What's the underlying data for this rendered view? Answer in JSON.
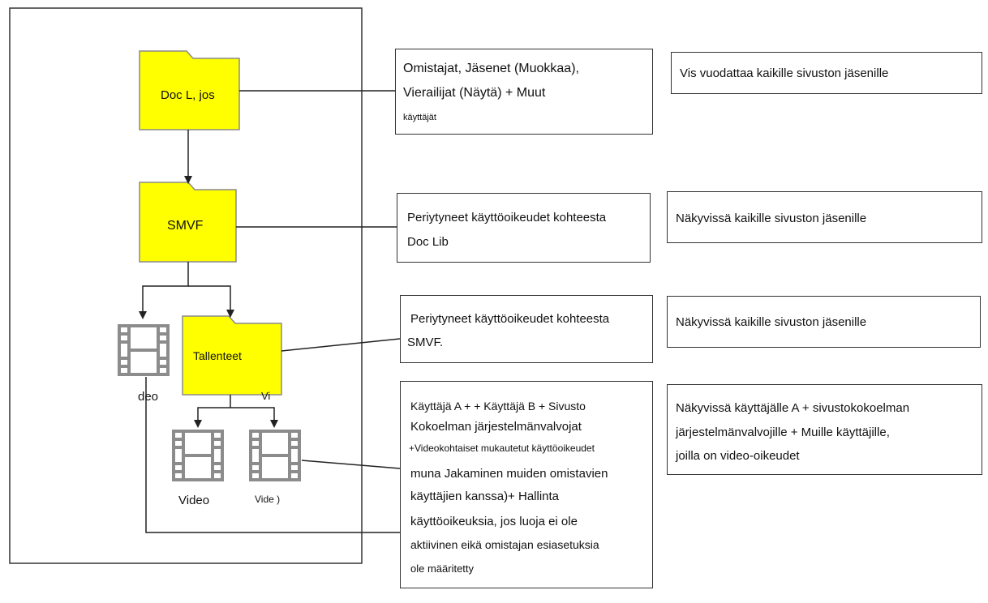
{
  "folders": {
    "doclib": "Doc L, jos",
    "smvf": "SMVF",
    "tallenteet": "Tallenteet"
  },
  "videos": {
    "video_a_label": "deo",
    "video_a_fragment": "Vi",
    "video_b_label": "Video",
    "video_c_label": "Vide )"
  },
  "permissions": {
    "doclib": {
      "line1": "Omistajat, Jäsenet (Muokkaa),",
      "line2": "Vierailijat (Näytä) + Muut",
      "line3": "käyttäjät"
    },
    "smvf": {
      "line1": "Periytyneet käyttöoikeudet kohteesta",
      "line2": "Doc Lib"
    },
    "tallenteet": {
      "line1": "Periytyneet käyttöoikeudet kohteesta",
      "line2": "SMVF."
    },
    "video": {
      "line1": "Käyttäjä A + + Käyttäjä B + Sivusto",
      "line2": "Kokoelman järjestelmänvalvojat",
      "line3": "+Videokohtaiset mukautetut käyttöoikeudet",
      "line4": "muna Jakaminen muiden omistavien",
      "line5": "käyttäjien kanssa)+ Hallinta",
      "line6": "käyttöoikeuksia, jos luoja ei ole",
      "line7": "aktiivinen eikä omistajan esiasetuksia",
      "line8": "ole määritetty"
    }
  },
  "visibility": {
    "doclib": "Vis vuodattaa kaikille sivuston jäsenille",
    "smvf": "Näkyvissä kaikille sivuston jäsenille",
    "tallenteet": "Näkyvissä kaikille sivuston jäsenille",
    "video": {
      "line1": "Näkyvissä käyttäjälle A + sivustokokoelman",
      "line2": "järjestelmänvalvojille + Muille käyttäjille,",
      "line3": "joilla on video-oikeudet"
    }
  },
  "colors": {
    "folder_fill": "#ffff00",
    "folder_stroke": "#8a8a8a",
    "film_stroke": "#8c8c8c",
    "line": "#222222"
  }
}
